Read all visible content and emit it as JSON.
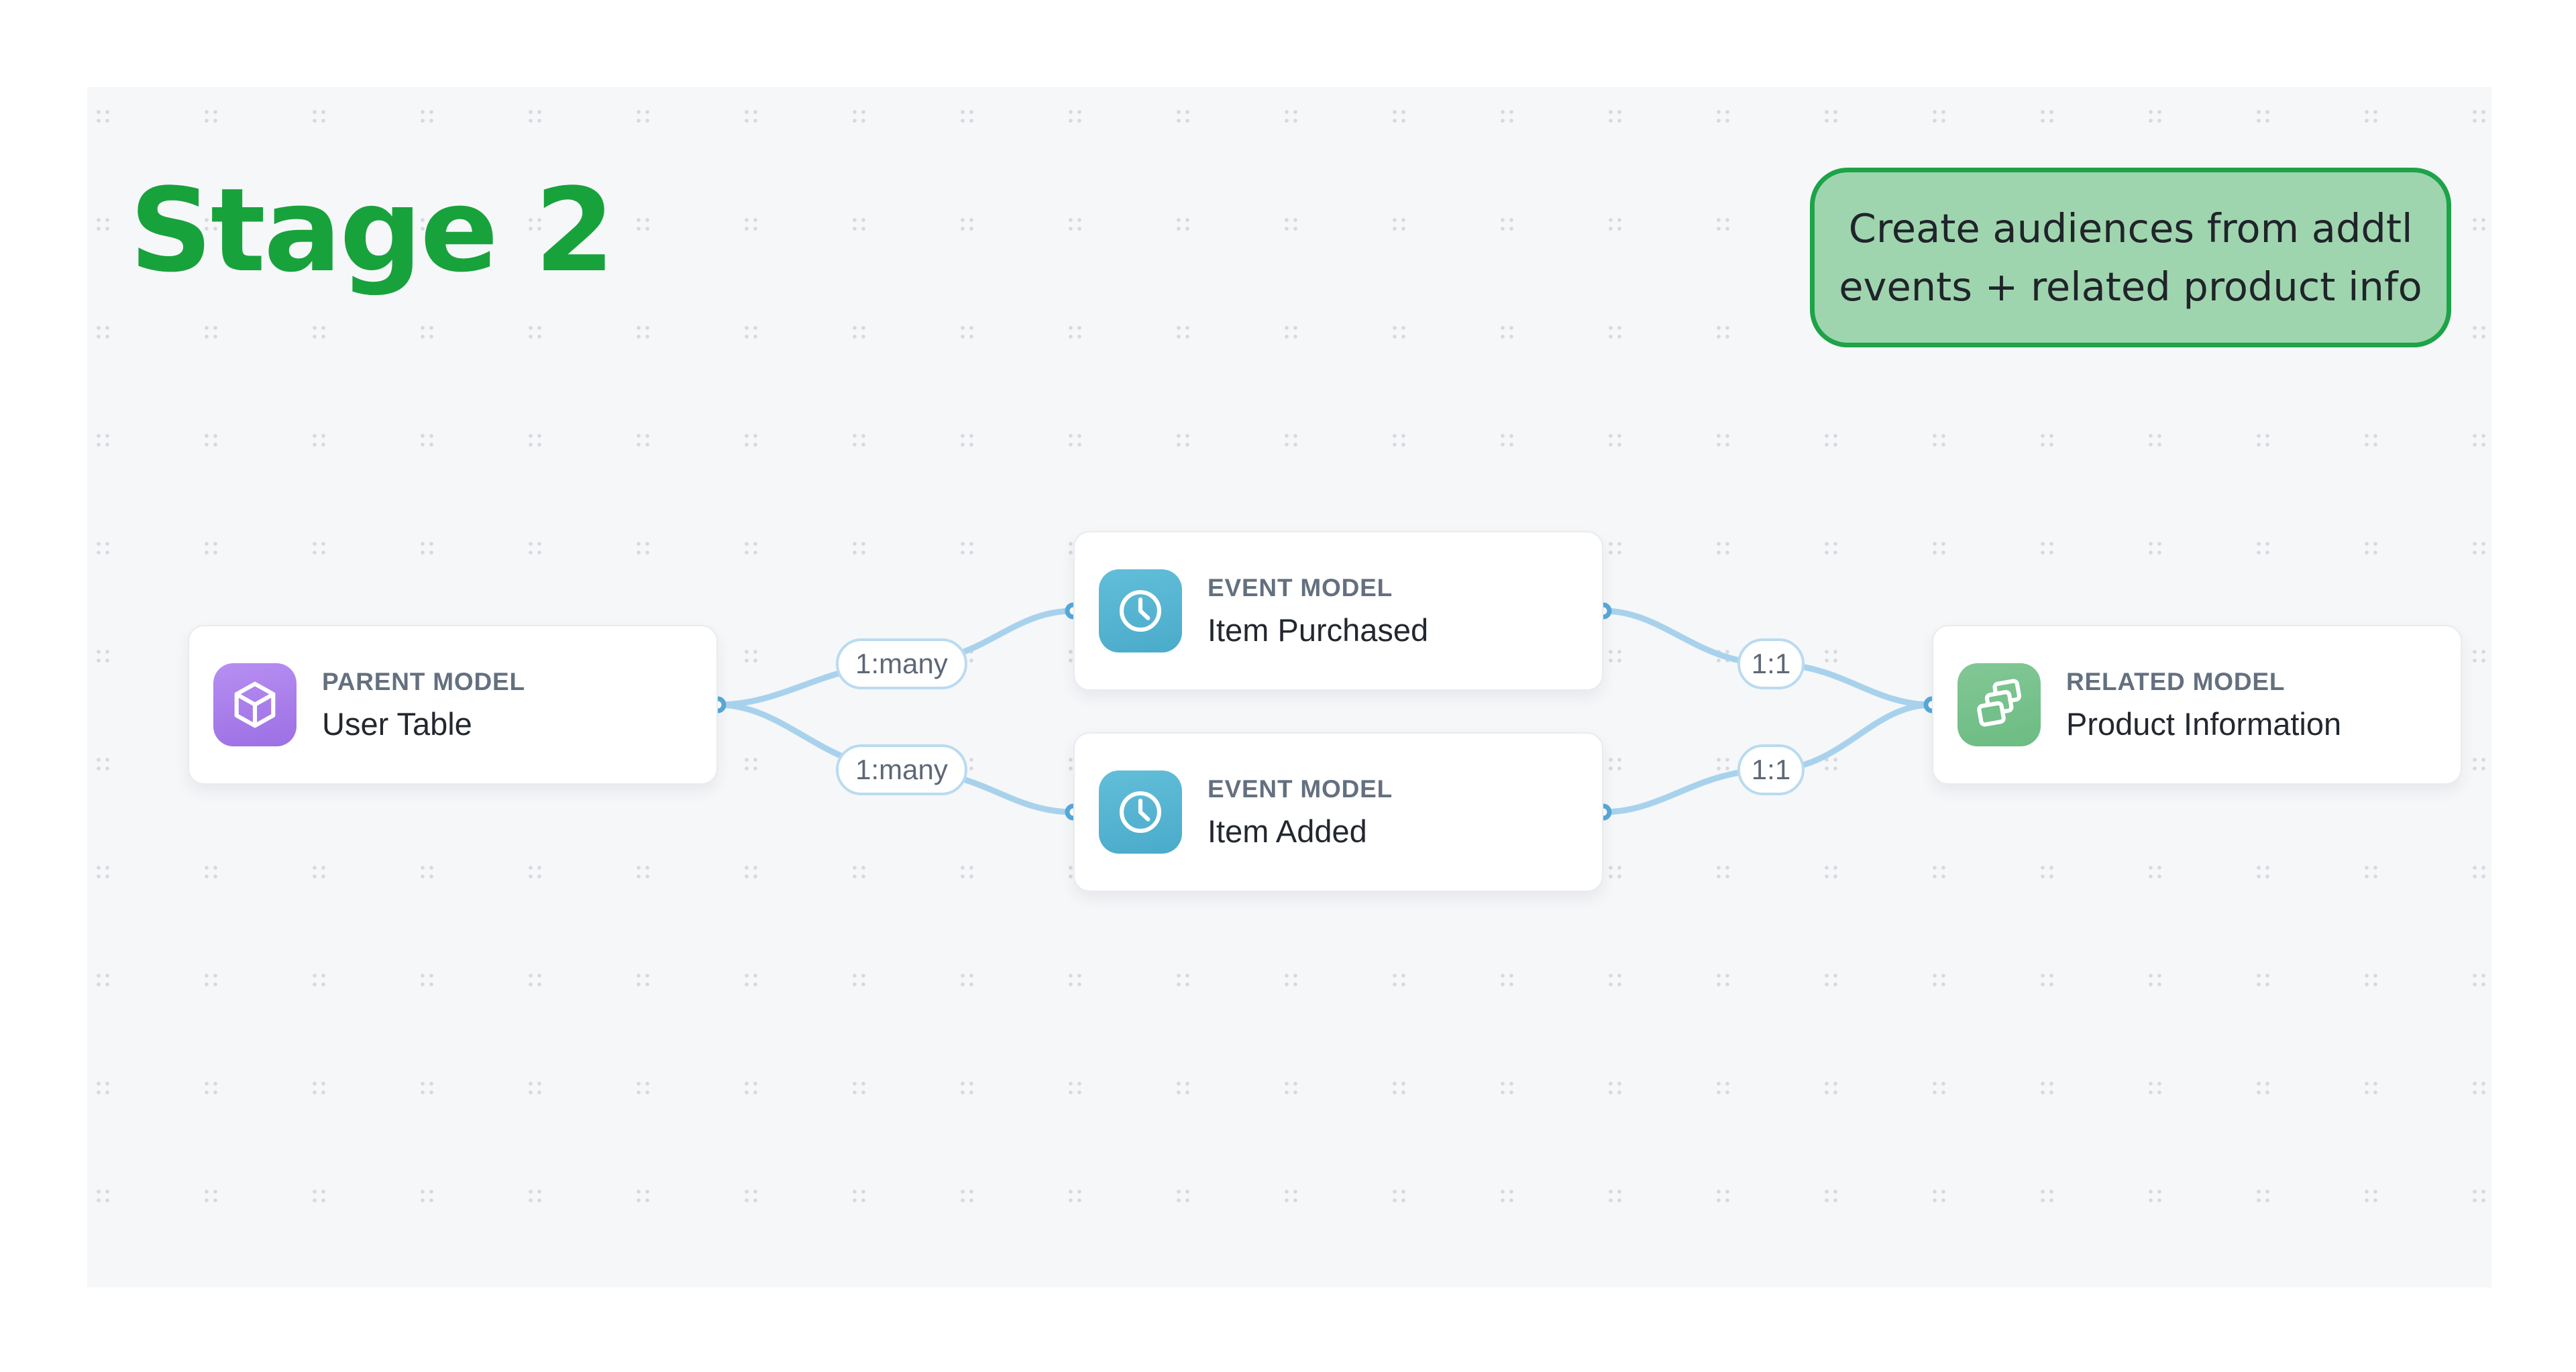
{
  "stage": {
    "title": "Stage 2",
    "color": "#18a23c"
  },
  "callout": {
    "line1": "Create audiences from addtl",
    "line2": "events + related product info",
    "fill": "#9fd5ae",
    "border_color": "#1da348"
  },
  "nodes": [
    {
      "id": "parent-model",
      "type_label": "PARENT MODEL",
      "title": "User Table",
      "icon": "cube-icon",
      "accent_from": "#b78ff1",
      "accent_to": "#9c6fe4"
    },
    {
      "id": "event-model-item-purchased",
      "type_label": "EVENT MODEL",
      "title": "Item Purchased",
      "icon": "clock-icon",
      "accent_from": "#62bed9",
      "accent_to": "#4aabca"
    },
    {
      "id": "event-model-item-added",
      "type_label": "EVENT MODEL",
      "title": "Item Added",
      "icon": "clock-icon",
      "accent_from": "#62bed9",
      "accent_to": "#4aabca"
    },
    {
      "id": "related-model",
      "type_label": "RELATED MODEL",
      "title": "Product Information",
      "icon": "stacked-layers-icon",
      "accent_from": "#82c795",
      "accent_to": "#6cbc83"
    }
  ],
  "edges": {
    "labels": [
      "1:many",
      "1:many",
      "1:1",
      "1:1"
    ],
    "stroke_color": "#a8d2ec",
    "handle_color": "#58a9da"
  },
  "canvas": {
    "background": "#f6f7f9",
    "dot_color": "#d6d9de"
  }
}
